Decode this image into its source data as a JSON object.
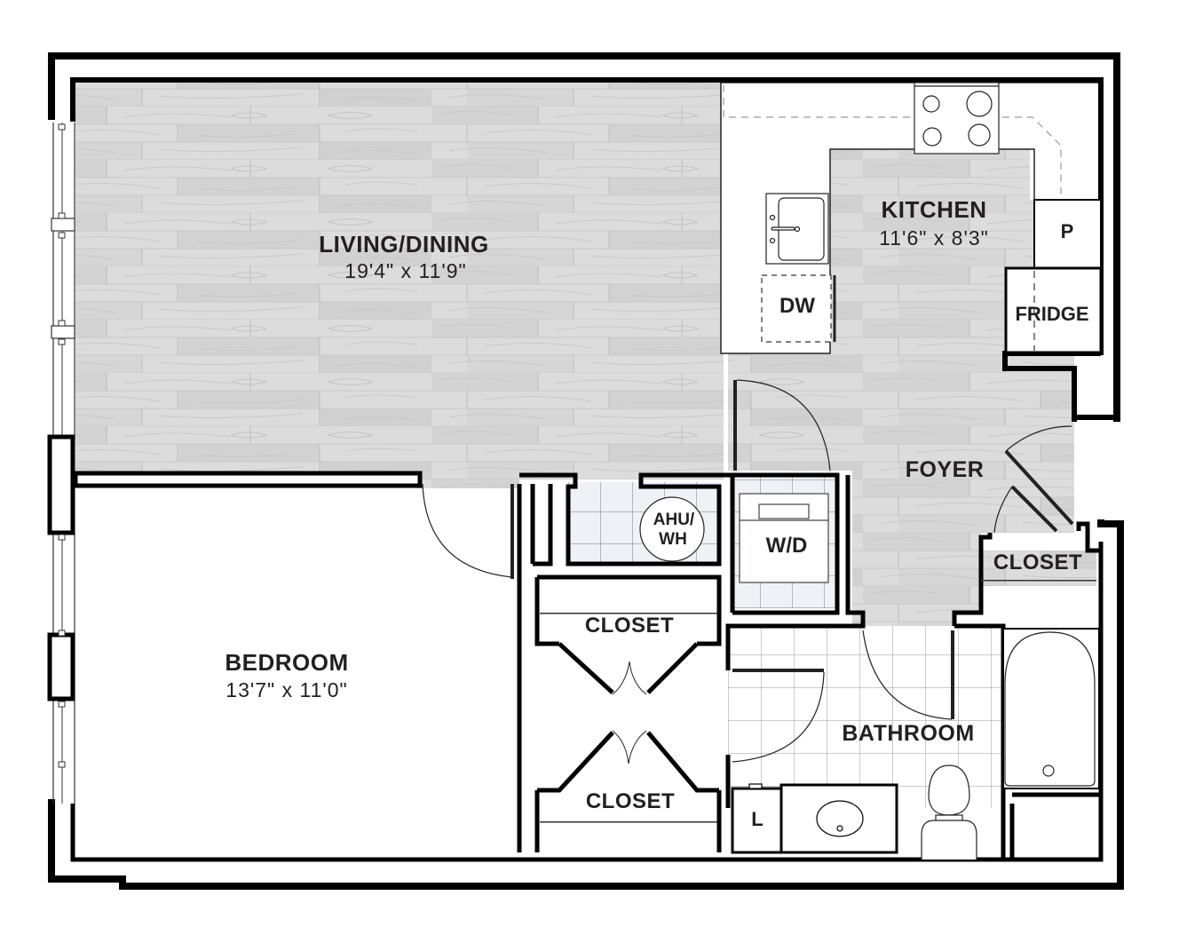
{
  "floorplan": {
    "colors": {
      "wall": "#000000",
      "floor_wood": "#d9d9d9",
      "floor_wood_dark": "#cfcfcf",
      "plank_seam": "#bdbdbd",
      "tile": "#eef1f6",
      "tile_line": "#9a9a9a",
      "text": "#231f20",
      "background": "#ffffff"
    },
    "rooms": [
      {
        "id": "living",
        "name": "LIVING/DINING",
        "dimensions": "19'4\" x 11'9\""
      },
      {
        "id": "kitchen",
        "name": "KITCHEN",
        "dimensions": "11'6\" x 8'3\""
      },
      {
        "id": "bedroom",
        "name": "BEDROOM",
        "dimensions": "13'7\" x 11'0\""
      },
      {
        "id": "foyer",
        "name": "FOYER"
      },
      {
        "id": "bathroom",
        "name": "BATHROOM"
      },
      {
        "id": "closet_foyer",
        "name": "CLOSET"
      },
      {
        "id": "closet_upper",
        "name": "CLOSET"
      },
      {
        "id": "closet_lower",
        "name": "CLOSET"
      }
    ],
    "fixtures": {
      "dishwasher": "DW",
      "pantry": "P",
      "fridge": "FRIDGE",
      "washer_dryer": "W/D",
      "ahu_line1": "AHU/",
      "ahu_line2": "WH",
      "linen": "L"
    },
    "appliance_icons": [
      "cooktop-icon",
      "kitchen-sink-icon",
      "bathtub-icon",
      "toilet-icon",
      "vanity-sink-icon"
    ]
  }
}
